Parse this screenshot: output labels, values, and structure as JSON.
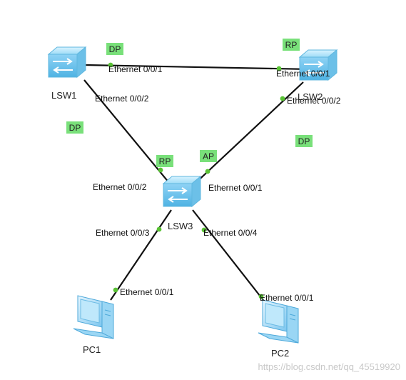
{
  "colors": {
    "link": "#111111",
    "port_dot": "#59c234",
    "role_tag": "#79e07a",
    "switch_body": "#9fdcf7",
    "switch_dark": "#3aa6d8",
    "pc_body": "#8ccdf2"
  },
  "devices": {
    "lsw1": {
      "name": "LSW1",
      "icon": "switch-icon"
    },
    "lsw2": {
      "name": "LSW2",
      "icon": "switch-icon"
    },
    "lsw3": {
      "name": "LSW3",
      "icon": "switch-icon"
    },
    "pc1": {
      "name": "PC1",
      "icon": "pc-icon"
    },
    "pc2": {
      "name": "PC2",
      "icon": "pc-icon"
    }
  },
  "ports": {
    "lsw1_p1": "Ethernet 0/0/1",
    "lsw1_p2": "Ethernet 0/0/2",
    "lsw2_p1": "Ethernet 0/0/1",
    "lsw2_p2": "Ethernet 0/0/2",
    "lsw3_p2": "Ethernet 0/0/2",
    "lsw3_p1": "Ethernet 0/0/1",
    "lsw3_p3": "Ethernet 0/0/3",
    "lsw3_p4": "Ethernet 0/0/4",
    "pc1_p1": "Ethernet 0/0/1",
    "pc2_p1": "Ethernet 0/0/1"
  },
  "roles": {
    "lsw1_dp": "DP",
    "lsw2_rp": "RP",
    "lsw1_p2_dp": "DP",
    "lsw3_rp": "RP",
    "lsw3_ap": "AP",
    "lsw2_p2_dp": "DP"
  },
  "watermark": "https://blog.csdn.net/qq_45519920"
}
